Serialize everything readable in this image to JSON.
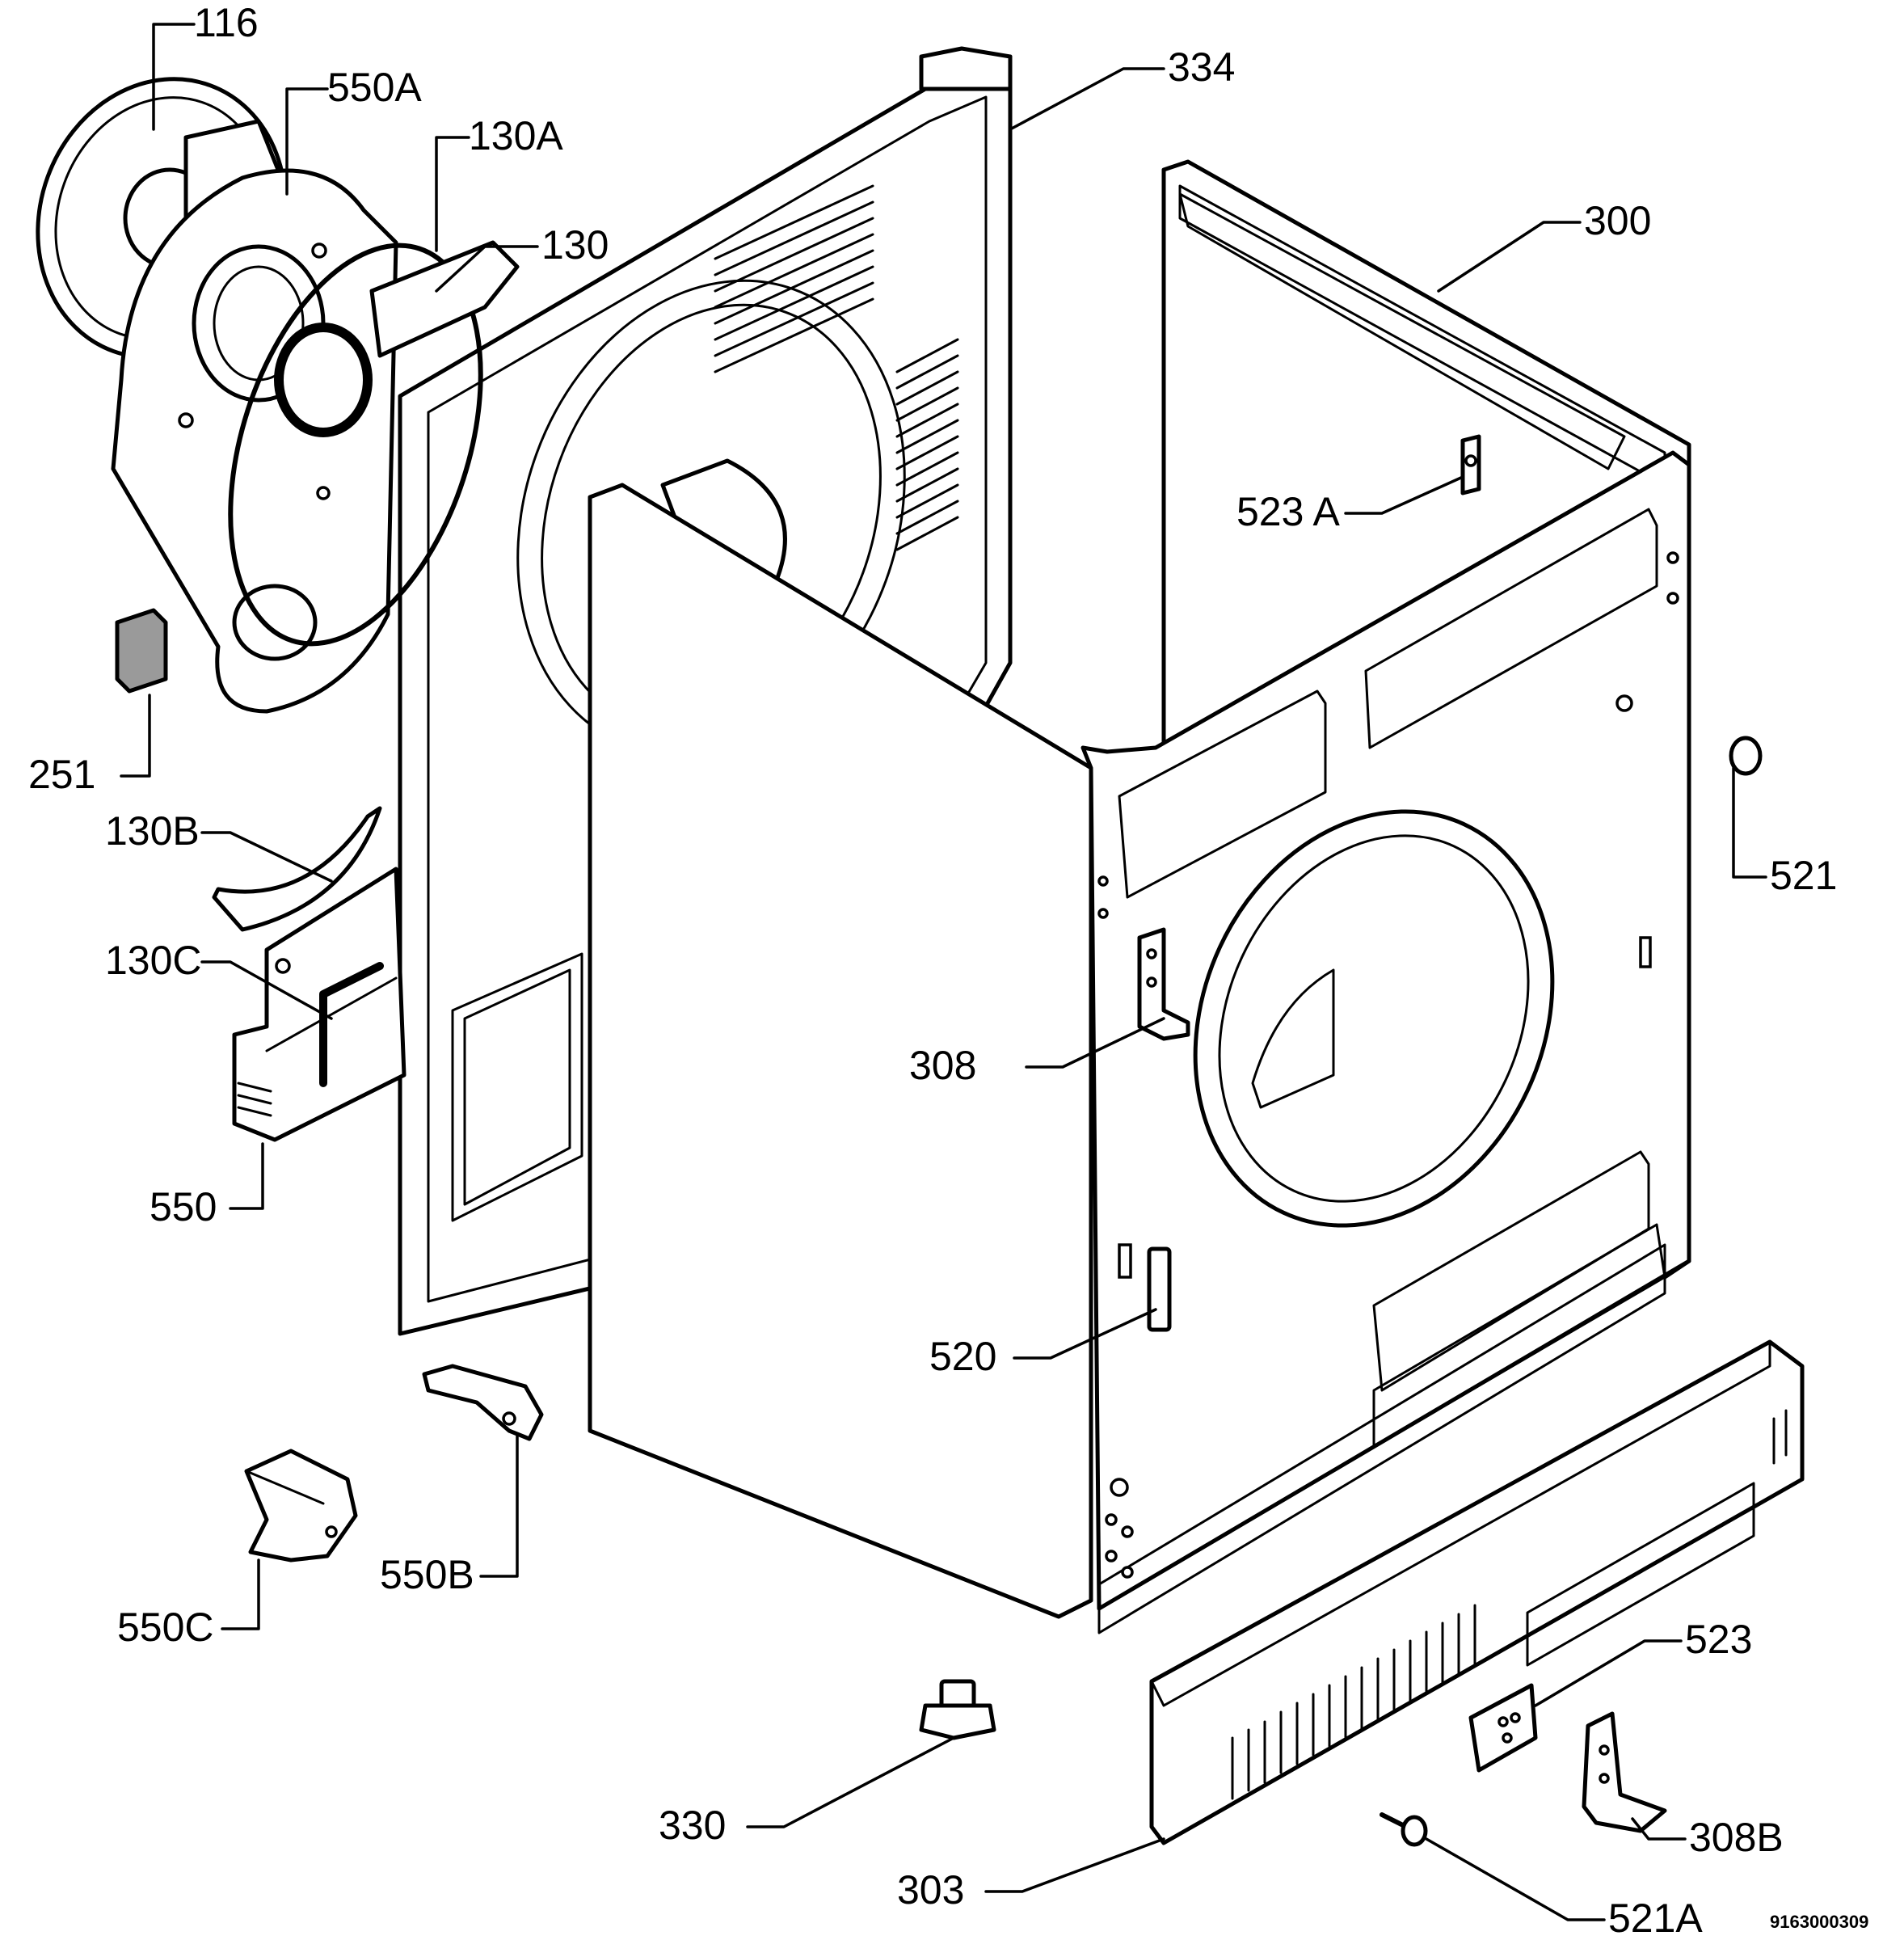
{
  "diagram": {
    "document_code": "9163000309",
    "callouts": [
      {
        "id": "116",
        "text": "116"
      },
      {
        "id": "550A",
        "text": "550A"
      },
      {
        "id": "130A",
        "text": "130A"
      },
      {
        "id": "130",
        "text": "130"
      },
      {
        "id": "334",
        "text": "334"
      },
      {
        "id": "300",
        "text": "300"
      },
      {
        "id": "523A",
        "text": "523 A"
      },
      {
        "id": "251",
        "text": "251"
      },
      {
        "id": "130B",
        "text": "130B"
      },
      {
        "id": "130C",
        "text": "130C"
      },
      {
        "id": "550",
        "text": "550"
      },
      {
        "id": "308",
        "text": "308"
      },
      {
        "id": "521",
        "text": "521"
      },
      {
        "id": "520",
        "text": "520"
      },
      {
        "id": "550B",
        "text": "550B"
      },
      {
        "id": "550C",
        "text": "550C"
      },
      {
        "id": "523",
        "text": "523"
      },
      {
        "id": "330",
        "text": "330"
      },
      {
        "id": "303",
        "text": "303"
      },
      {
        "id": "308B",
        "text": "308B"
      },
      {
        "id": "521A",
        "text": "521A"
      }
    ]
  }
}
